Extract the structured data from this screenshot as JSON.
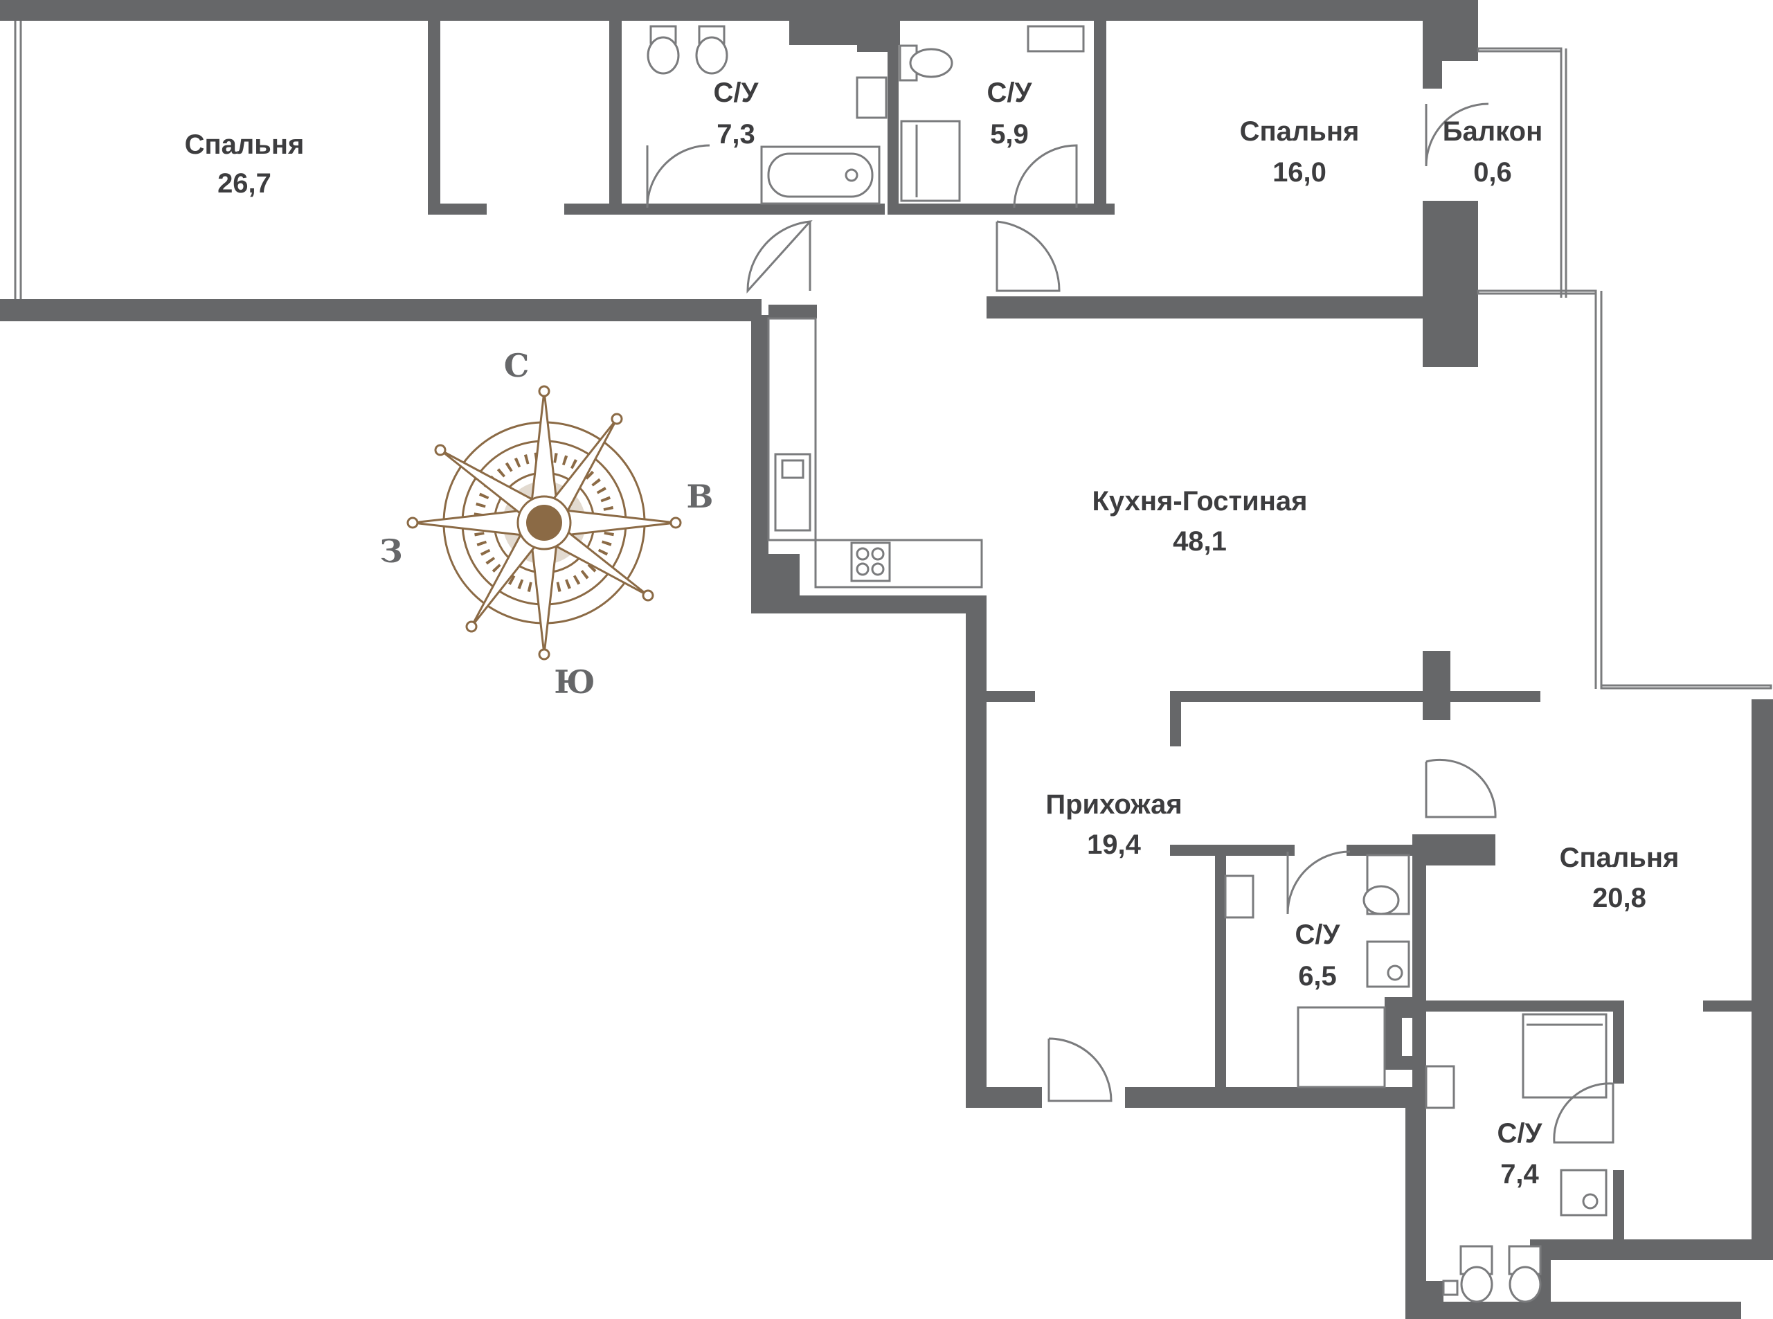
{
  "rooms": [
    {
      "id": "bedroom-1",
      "name": "Спальня",
      "area": "26,7"
    },
    {
      "id": "bathroom-1",
      "name": "С/У",
      "area": "7,3"
    },
    {
      "id": "bathroom-2",
      "name": "С/У",
      "area": "5,9"
    },
    {
      "id": "bedroom-2",
      "name": "Спальня",
      "area": "16,0"
    },
    {
      "id": "balcony",
      "name": "Балкон",
      "area": "0,6"
    },
    {
      "id": "kitchen-living",
      "name": "Кухня-Гостиная",
      "area": "48,1"
    },
    {
      "id": "hallway",
      "name": "Прихожая",
      "area": "19,4"
    },
    {
      "id": "bathroom-3",
      "name": "С/У",
      "area": "6,5"
    },
    {
      "id": "bedroom-3",
      "name": "Спальня",
      "area": "20,8"
    },
    {
      "id": "bathroom-4",
      "name": "С/У",
      "area": "7,4"
    }
  ],
  "compass": {
    "north": "С",
    "east": "В",
    "south": "Ю",
    "west": "З",
    "color": "#8b6a45"
  },
  "colors": {
    "wall": "#666769",
    "label": "#3d3d3f",
    "compass": "#8b6a45"
  }
}
